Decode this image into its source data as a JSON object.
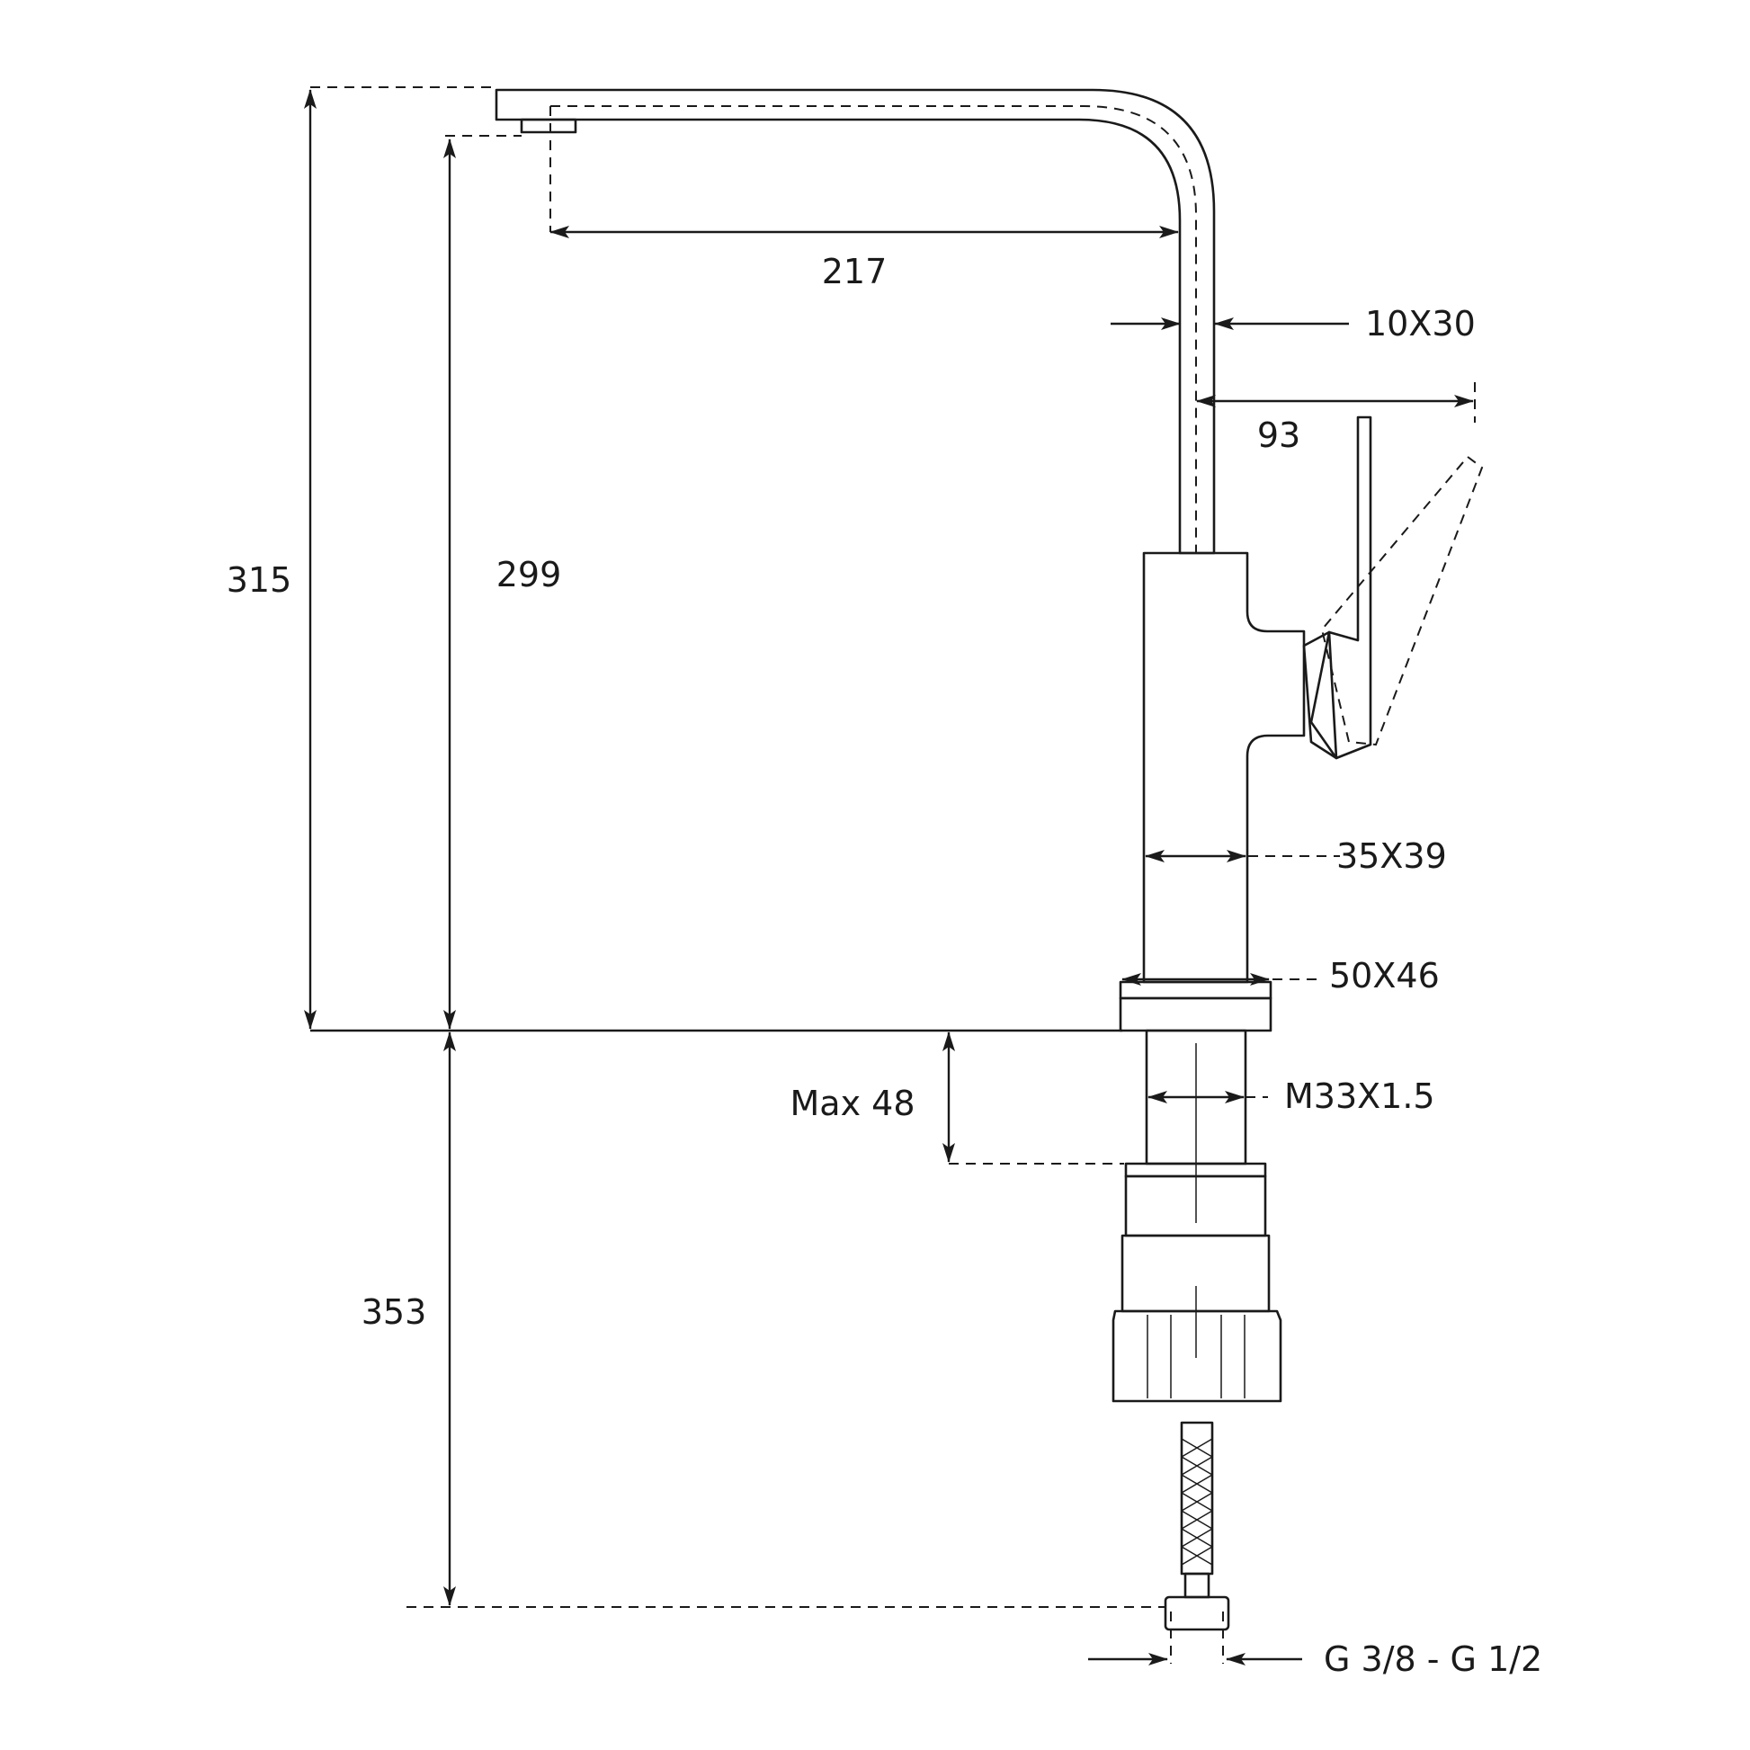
{
  "dimensions": {
    "total_height": "315",
    "spout_height": "299",
    "below_counter_length": "353",
    "spout_reach": "217",
    "spout_section": "10X30",
    "handle_reach": "93",
    "body_section": "35X39",
    "base_section": "50X46",
    "max_counter_thickness": "Max 48",
    "thread": "M33X1.5",
    "hose_connection": "G 3/8 - G 1/2"
  },
  "icons": {
    "arrowhead": "arrowhead-icon"
  },
  "colors": {
    "line": "#1a1a1a",
    "background": "#ffffff"
  }
}
